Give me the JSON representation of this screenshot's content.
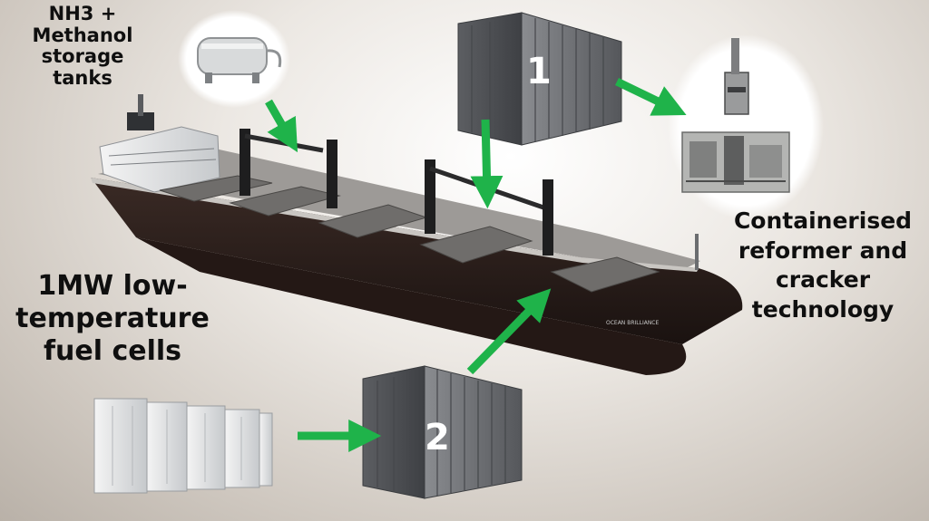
{
  "labels": {
    "storage": [
      "NH3 +",
      "Methanol",
      "storage",
      "tanks"
    ],
    "fuel_cells": [
      "1MW low-",
      "temperature",
      "fuel cells"
    ],
    "reformer": [
      "Containerised",
      "reformer and",
      "cracker",
      "technology"
    ]
  },
  "containers": {
    "one": "1",
    "two": "2"
  },
  "ship": {
    "name": "OCEAN BRILLIANCE"
  },
  "colors": {
    "arrow": "#1fb34a",
    "hull": "#2a1d1a",
    "deck": "#8d8b88",
    "container": "#6a6c70"
  }
}
